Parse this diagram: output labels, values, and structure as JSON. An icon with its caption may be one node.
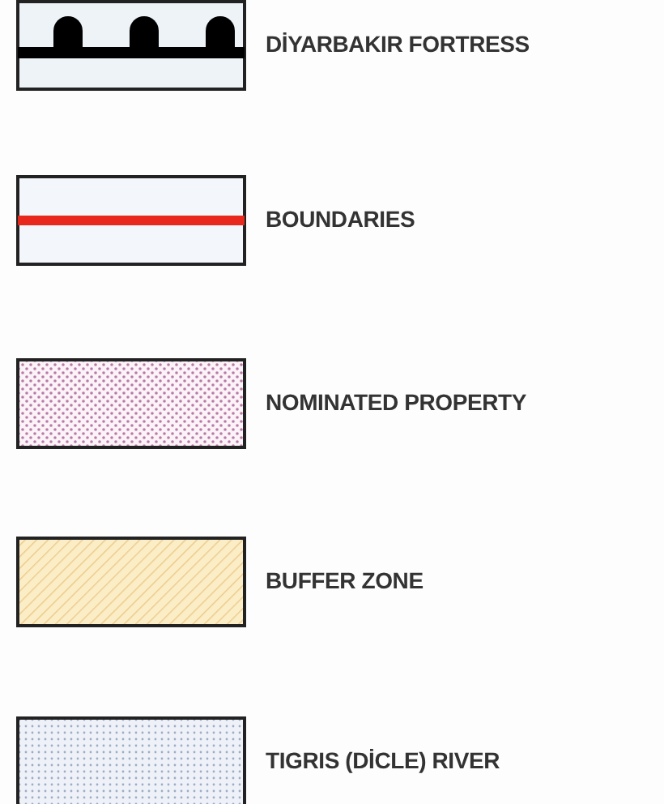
{
  "diagram": {
    "legend": [
      {
        "text": "DİYARBAKIR FORTRESS"
      },
      {
        "text": "BOUNDARIES"
      },
      {
        "text": "NOMINATED PROPERTY"
      },
      {
        "text": "BUFFER ZONE"
      },
      {
        "text": "TIGRIS (DİCLE) RIVER"
      }
    ]
  }
}
